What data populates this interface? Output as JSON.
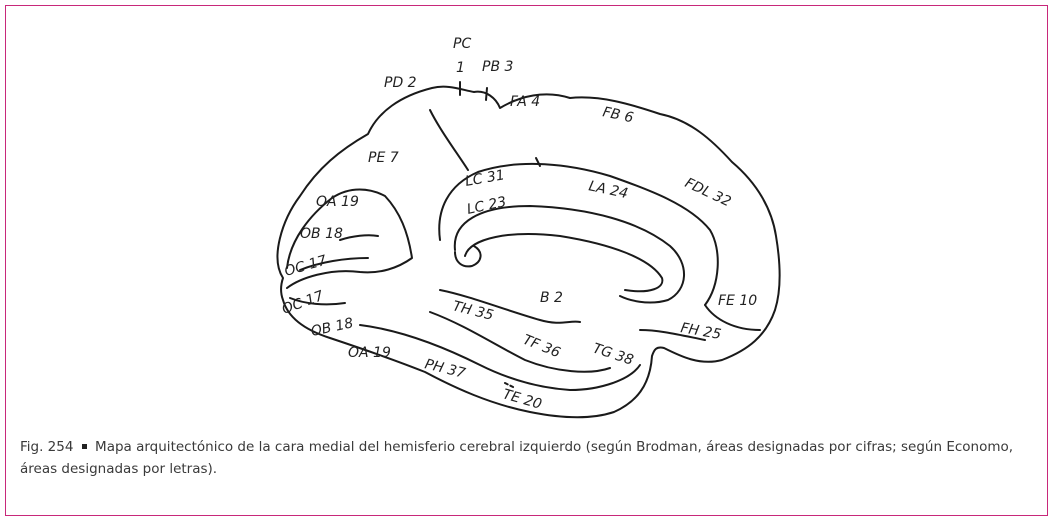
{
  "labels": [
    {
      "id": "pc",
      "text": "PC"
    },
    {
      "id": "pc-1",
      "text": "1"
    },
    {
      "id": "pb3",
      "text": "PB 3"
    },
    {
      "id": "pd2",
      "text": "PD 2"
    },
    {
      "id": "fa4",
      "text": "FA 4"
    },
    {
      "id": "fb6",
      "text": "FB 6"
    },
    {
      "id": "pe7",
      "text": "PE 7"
    },
    {
      "id": "lc31",
      "text": "LC 31"
    },
    {
      "id": "lc23",
      "text": "LC 23"
    },
    {
      "id": "la24",
      "text": "LA 24"
    },
    {
      "id": "fdl32",
      "text": "FDL 32"
    },
    {
      "id": "oa19-top",
      "text": "OA 19"
    },
    {
      "id": "ob18-top",
      "text": "OB 18"
    },
    {
      "id": "oc17-top",
      "text": "OC 17"
    },
    {
      "id": "oc17-bottom",
      "text": "OC 17"
    },
    {
      "id": "ob18-bottom",
      "text": "OB 18"
    },
    {
      "id": "oa19-bottom",
      "text": "OA 19"
    },
    {
      "id": "b2",
      "text": "B 2"
    },
    {
      "id": "th35",
      "text": "TH 35"
    },
    {
      "id": "tf36",
      "text": "TF 36"
    },
    {
      "id": "tg38",
      "text": "TG 38"
    },
    {
      "id": "ph37",
      "text": "PH 37"
    },
    {
      "id": "te20",
      "text": "TE 20"
    },
    {
      "id": "fe10",
      "text": "FE 10"
    },
    {
      "id": "fh25",
      "text": "FH 25"
    }
  ],
  "caption": {
    "figure": "Fig. 254",
    "text": "Mapa arquitectónico de la cara medial del hemisferio cerebral izquierdo (según Brodman, áreas designadas por cifras; según Economo, áreas designadas por letras)."
  },
  "colors": {
    "border": "#c8287a",
    "line": "#1a1a1a"
  }
}
